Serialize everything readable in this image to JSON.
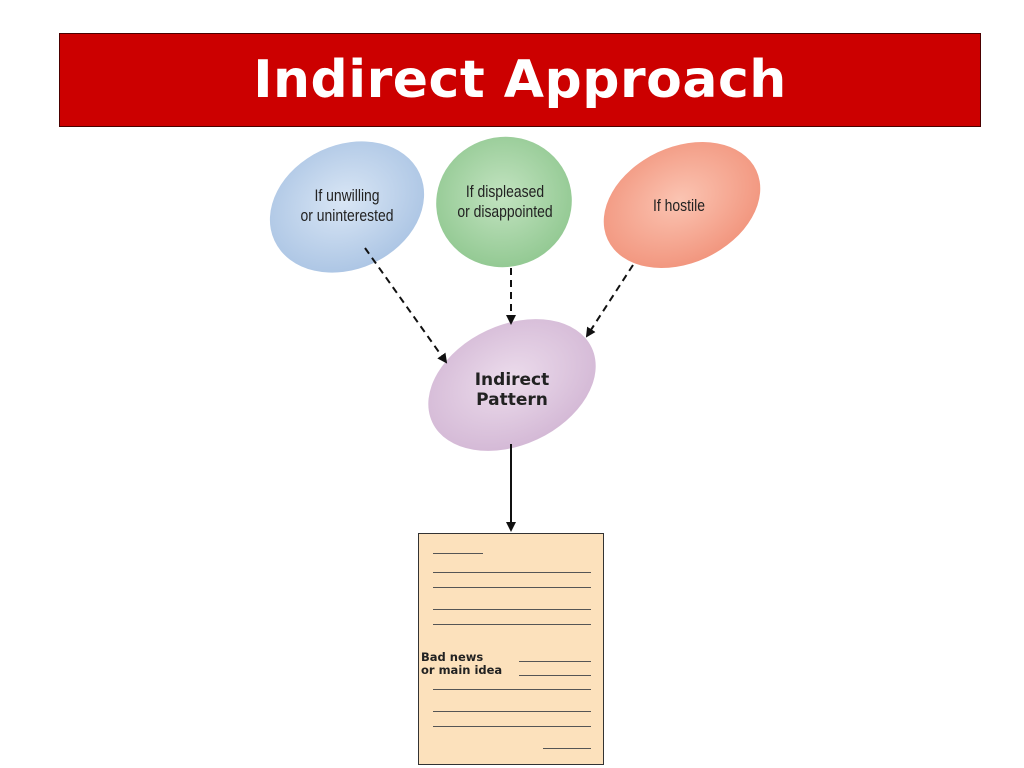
{
  "slide": {
    "title": "Indirect Approach"
  },
  "diagram": {
    "sources": [
      {
        "line1": "If unwilling",
        "line2": "or uninterested",
        "color": "#b9cfe8"
      },
      {
        "line1": "If displeased",
        "line2": "or disappointed",
        "color": "#a6d3a6"
      },
      {
        "line1": "If hostile",
        "line2": "",
        "color": "#f6a58d"
      }
    ],
    "center": {
      "line1": "Indirect",
      "line2": "Pattern",
      "color": "#dcc3dc"
    },
    "document": {
      "text_line1": "Bad news",
      "text_line2": "or main idea",
      "color": "#fce1bc"
    }
  }
}
